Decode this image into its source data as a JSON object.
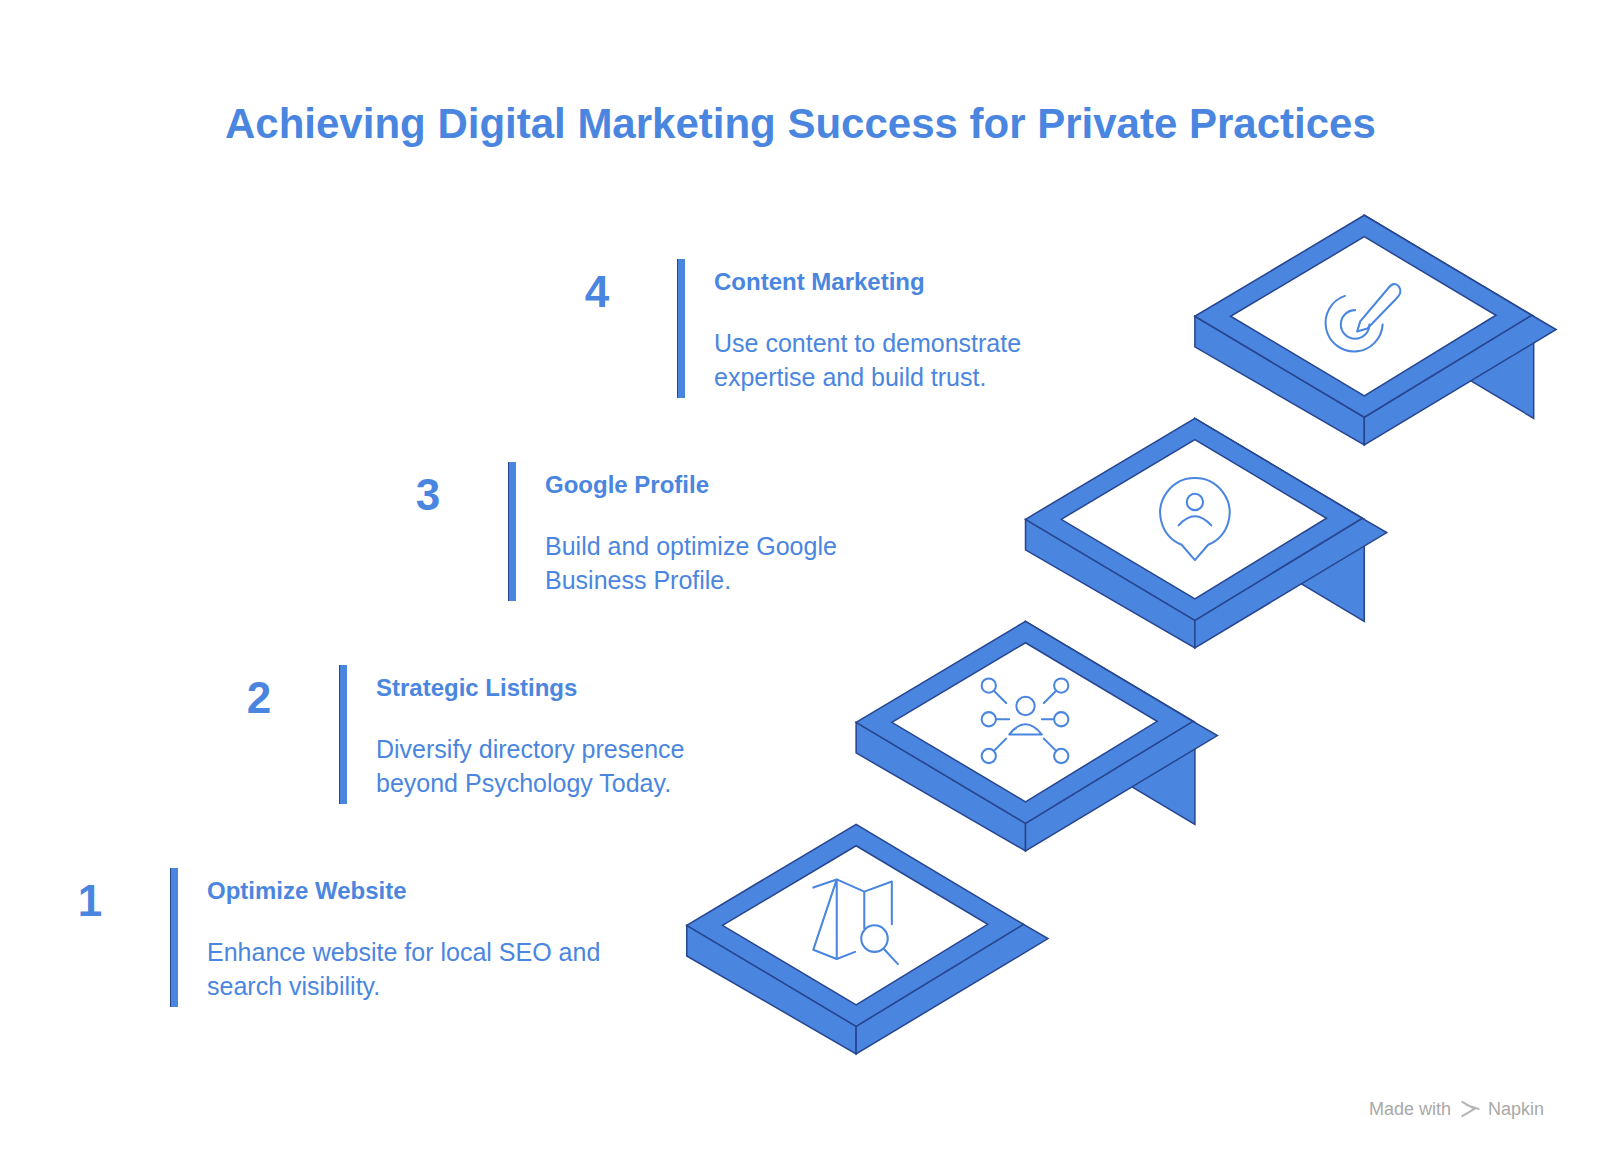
{
  "diagram": {
    "title": "Achieving Digital Marketing Success for Private Practices",
    "nodes": [
      {
        "text": [
          "Optimize Website",
          "Enhance website for local SEO and search visibility."
        ]
      },
      {
        "text": [
          "Strategic Listings",
          "Diversify directory presence beyond Psychology Today."
        ]
      },
      {
        "text": [
          "Google Profile",
          "Build and optimize Google Business Profile."
        ]
      },
      {
        "text": [
          "Content Marketing",
          "Use content to demonstrate expertise and build trust."
        ]
      }
    ],
    "labels": [
      "1",
      "2",
      "3",
      "4",
      "Made with",
      "Napkin"
    ]
  }
}
